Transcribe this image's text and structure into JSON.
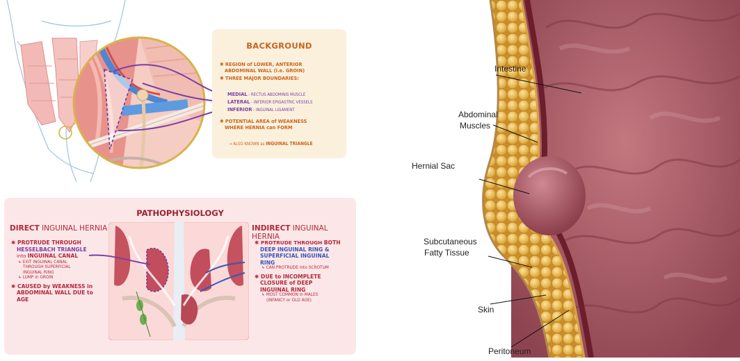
{
  "background": {
    "title": "BACKGROUND",
    "b1_line1": "REGION of LOWER, ANTERIOR",
    "b1_line2": "ABDOMINAL WALL (i.e. GROIN)",
    "b2": "THREE MAJOR BOUNDARIES:",
    "medial_key": "MEDIAL",
    "medial_val": " - RECTUS ABDOMINIS MUSCLE",
    "lateral_key": "LATERAL",
    "lateral_val": " - INFERIOR EPIGASTRIC VESSELS",
    "inferior_key": "INFERIOR",
    "inferior_val": " - INGUINAL LIGAMENT",
    "b3_line1": "POTENTIAL AREA of WEAKNESS",
    "b3_line2": "WHERE HERNIA can FORM",
    "b3_note_prefix": "→ ALSO KNOWN as ",
    "b3_note_key": "INGUINAL TRIANGLE"
  },
  "pathophysiology": {
    "title": "PATHOPHYSIOLOGY",
    "direct": {
      "head_key": "DIRECT",
      "head_rest": " INGUINAL HERNIA",
      "l1": "PROTRUDE THROUGH",
      "l2": "HESSELBACH TRIANGLE",
      "l3_pre": "into ",
      "l3_key": "INGUINAL CANAL",
      "n1": "↳ EXIT INGUINAL CANAL",
      "n2": "THROUGH SUPERFICIAL",
      "n3": "INGUINAL RING",
      "n4": "↳ LUMP in GROIN",
      "c1": "CAUSED by WEAKNESS in",
      "c2": "ABDOMINAL WALL DUE to",
      "c3": "AGE"
    },
    "indirect": {
      "head_key": "INDIRECT",
      "head_rest": " INGUINAL HERNIA",
      "l1_pre": "PROTRUDE THROUGH ",
      "l1_key": "BOTH",
      "l2": "DEEP INGUINAL RING &",
      "l3": "SUPERFICIAL INGUINAL",
      "l4": "RING",
      "n1": "↳ CAN PROTRUDE into SCROTUM",
      "d1": "DUE to INCOMPLETE",
      "d2": "CLOSURE of DEEP",
      "d3": "INGUINAL RING",
      "n2": "↳ MOST COMMON in MALES",
      "n3": "(INFANCY or OLD AGE)"
    }
  },
  "labels": {
    "intestine": "Intestine",
    "abdominal_1": "Abdominal",
    "abdominal_2": "Muscles",
    "hernial_sac": "Hernial Sac",
    "subcutaneous_1": "Subcutaneous",
    "subcutaneous_2": "Fatty Tissue",
    "skin": "Skin",
    "peritoneum": "Peritoneum"
  },
  "colors": {
    "orange_text": "#c7651f",
    "purple": "#7a3ea5",
    "red_text": "#b3283c",
    "intestine": "#a85d68",
    "fat": "#e9b545"
  }
}
